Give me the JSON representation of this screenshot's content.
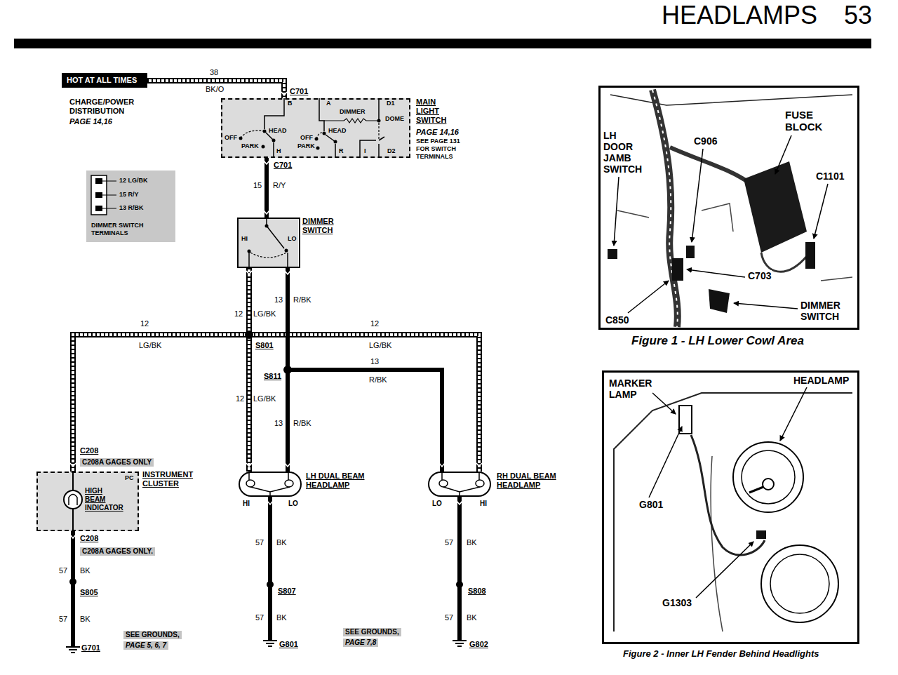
{
  "diagram": {
    "title": "HEADLAMPS",
    "nodes": [
      {
        "text": [
          "HOT AT ALL TIMES"
        ]
      },
      {
        "text": [
          "MAIN LIGHT SWITCH",
          "PAGE 14,16",
          "SEE PAGE 131 FOR SWITCH TERMINALS",
          "B",
          "A",
          "D1",
          "DIMMER",
          "DOME",
          "HEAD",
          "OFF",
          "PARK",
          "H",
          "HEAD",
          "OFF",
          "PARK",
          "R",
          "I",
          "D2"
        ]
      },
      {
        "text": [
          "12 LG/BK",
          "15 R/Y",
          "13 R/BK",
          "DIMMER SWITCH TERMINALS"
        ]
      },
      {
        "text": [
          "DIMMER SWITCH",
          "HI",
          "LO"
        ]
      },
      {
        "text": [
          "INSTRUMENT CLUSTER",
          "PC",
          "HIGH BEAM INDICATOR"
        ]
      },
      {
        "text": [
          "LH DUAL BEAM HEADLAMP",
          "HI",
          "LO"
        ]
      },
      {
        "text": [
          "RH DUAL BEAM HEADLAMP",
          "LO",
          "HI"
        ]
      },
      {
        "text": [
          "LH DOOR JAMB SWITCH",
          "C906",
          "FUSE BLOCK",
          "C1101",
          "C703",
          "DIMMER SWITCH",
          "C850",
          "Figure 1 - LH Lower Cowl Area"
        ]
      },
      {
        "text": [
          "MARKER LAMP",
          "HEADLAMP",
          "G801",
          "G1303",
          "Figure 2 - Inner LH Fender Behind Headlights"
        ]
      }
    ],
    "edges": [
      {
        "from": 0,
        "to": 1,
        "arrow": "none"
      },
      {
        "from": 1,
        "to": 3,
        "arrow": "none"
      },
      {
        "from": 3,
        "to": 4,
        "arrow": "none"
      },
      {
        "from": 3,
        "to": 5,
        "arrow": "none"
      },
      {
        "from": 3,
        "to": 6,
        "arrow": "none"
      },
      {
        "from": 3,
        "to": 5,
        "arrow": "none"
      },
      {
        "from": 3,
        "to": 6,
        "arrow": "none"
      }
    ],
    "labels": [
      "53",
      "38",
      "BK/O",
      "C701",
      "CHARGE/POWER DISTRIBUTION",
      "PAGE 14,16",
      "C701",
      "15",
      "R/Y",
      "13",
      "R/BK",
      "12",
      "LG/BK",
      "12",
      "LG/BK",
      "12",
      "LG/BK",
      "S801",
      "S811",
      "13",
      "R/BK",
      "12",
      "LG/BK",
      "13",
      "R/BK",
      "C208",
      "C208A GAGES ONLY",
      "C208",
      "C208A GAGES ONLY.",
      "57",
      "BK",
      "S805",
      "57",
      "BK",
      "G701",
      "SEE GROUNDS,",
      "PAGE 5, 6, 7",
      "57",
      "BK",
      "S807",
      "57",
      "BK",
      "G801",
      "SEE GROUNDS,",
      "PAGE 7,8",
      "57",
      "BK",
      "S808",
      "57",
      "BK",
      "G802"
    ]
  }
}
